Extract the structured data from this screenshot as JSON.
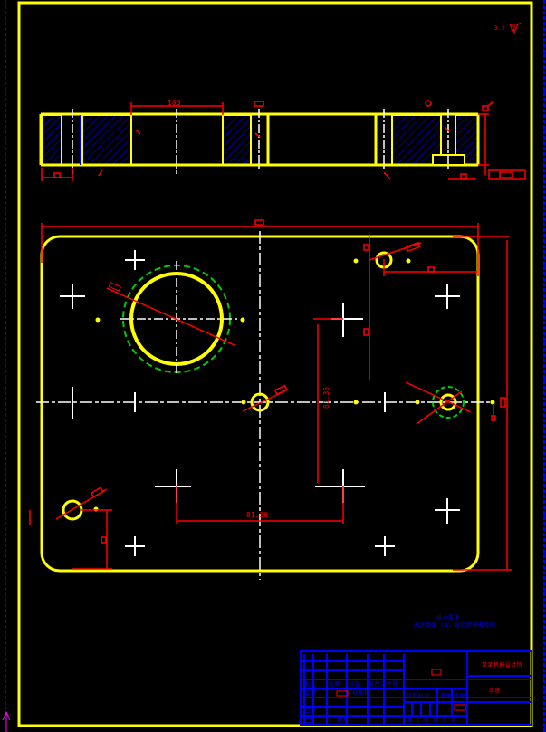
{
  "drawing": {
    "background": "#000000",
    "colors": {
      "outline": "#ffff00",
      "hatch": "#0000ff",
      "dimension": "#ff0000",
      "centerline": "#ffffff",
      "thread": "#00cc00",
      "ucs": "#ff00ff"
    },
    "roughness_symbol": {
      "value": "3.2",
      "icon": "surface-roughness-icon"
    },
    "section_view": {
      "top_dimension": "100",
      "hatched_blocks": 4
    },
    "plan_view": {
      "dimension_vertical": "81.36",
      "dimension_horizontal": "81.36",
      "large_bore": "center bore with thread circle",
      "holes": 4,
      "crosses": 10
    },
    "notes": {
      "title": "技术要求",
      "line1": "未注倒角 C1，锐边倒钝去毛刺"
    },
    "title_block": {
      "part_name": "底座",
      "company": "某某机械设计院",
      "scale": "1:1",
      "sheet": "共 1 张 第 1 张",
      "material": "HT200",
      "rows": [
        [
          "标记",
          "处数",
          "分区",
          "更改文件号",
          "签名",
          "年月日"
        ],
        [
          "设计",
          "",
          "",
          "标准化",
          "",
          ""
        ],
        [
          "审核",
          "",
          "",
          "",
          "",
          ""
        ],
        [
          "工艺",
          "",
          "批准",
          "",
          "",
          ""
        ]
      ],
      "stage_labels": [
        "阶段标记",
        "重量",
        "比例"
      ]
    }
  }
}
